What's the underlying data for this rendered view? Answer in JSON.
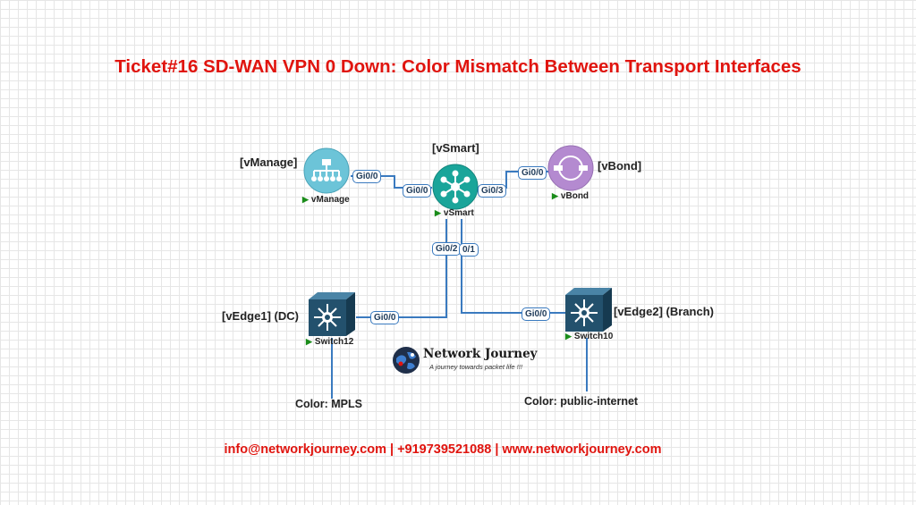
{
  "title": "Ticket#16 SD-WAN VPN 0 Down: Color Mismatch Between Transport Interfaces",
  "footer": "info@networkjourney.com | +919739521088 | www.networkjourney.com",
  "colors": {
    "accent": "#e0140e",
    "link": "#3a7abf",
    "vmanage": "#6cc4d8",
    "vsmart": "#1aa59a",
    "vbond": "#b48ad0",
    "switch": "#23516d"
  },
  "nodes": {
    "vmanage": {
      "label": "[vManage]",
      "caption": "vManage",
      "icon": "vmanage-hub-icon"
    },
    "vsmart": {
      "label": "[vSmart]",
      "caption": "vSmart",
      "icon": "vsmart-star-icon"
    },
    "vbond": {
      "label": "[vBond]",
      "caption": "vBond",
      "icon": "vbond-ring-icon"
    },
    "vedge1": {
      "label": "[vEdge1] (DC)",
      "caption": "Switch12",
      "icon": "layer3-switch-icon"
    },
    "vedge2": {
      "label": "[vEdge2] (Branch)",
      "caption": "Switch10",
      "icon": "layer3-switch-icon"
    }
  },
  "ports": {
    "vmanage_gi00": "Gi0/0",
    "vsmart_gi00": "Gi0/0",
    "vsmart_gi03": "Gi0/3",
    "vbond_gi00": "Gi0/0",
    "vsmart_gi02": "Gi0/2",
    "vsmart_gi01": "0/1",
    "vedge1_gi00": "Gi0/0",
    "vedge2_gi00": "Gi0/0"
  },
  "colors_labels": {
    "vedge1": "Color: MPLS",
    "vedge2": "Color: public-internet"
  },
  "logo": {
    "name": "Network Journey",
    "tagline": "A journey towards packet life !!!"
  }
}
